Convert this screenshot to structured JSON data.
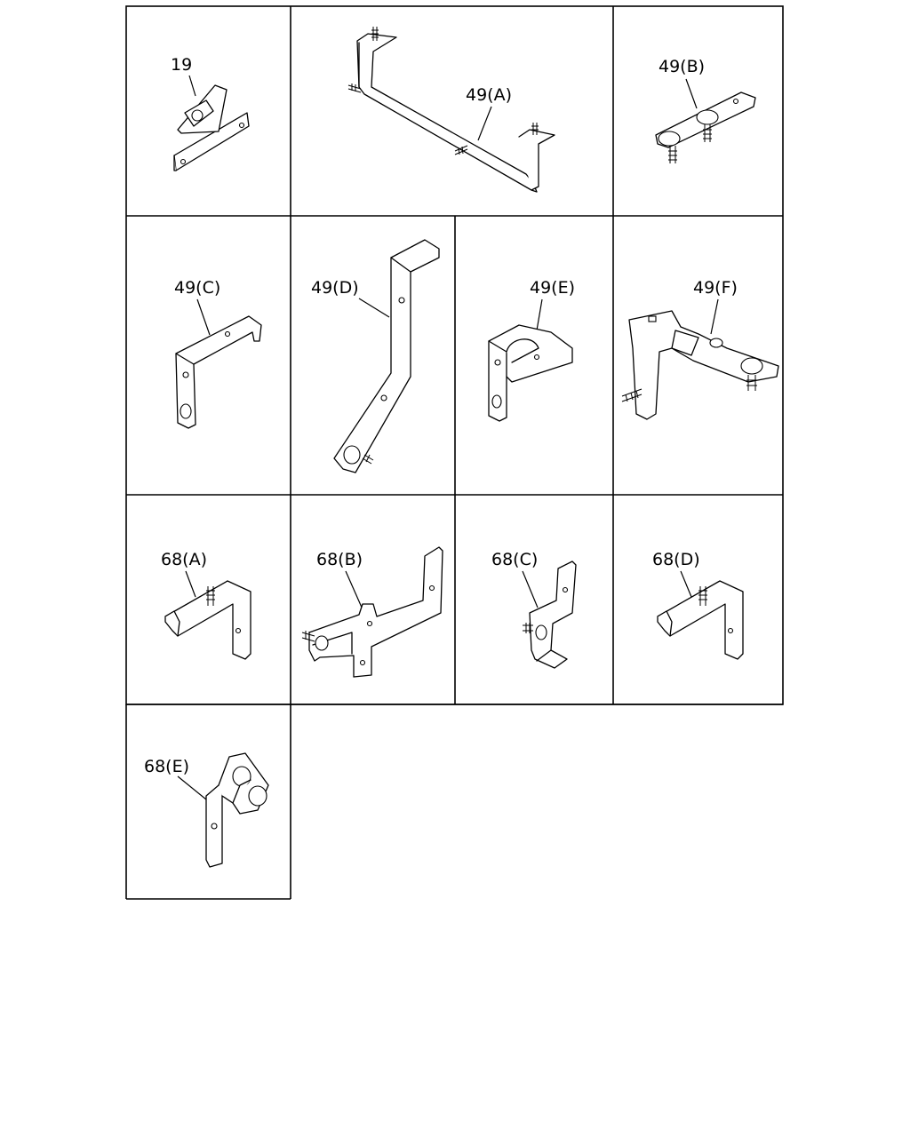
{
  "labels": {
    "p19": "19",
    "p49a": "49(A)",
    "p49b": "49(B)",
    "p49c": "49(C)",
    "p49d": "49(D)",
    "p49e": "49(E)",
    "p49f": "49(F)",
    "p68a": "68(A)",
    "p68b": "68(B)",
    "p68c": "68(C)",
    "p68d": "68(D)",
    "p68e": "68(E)"
  }
}
